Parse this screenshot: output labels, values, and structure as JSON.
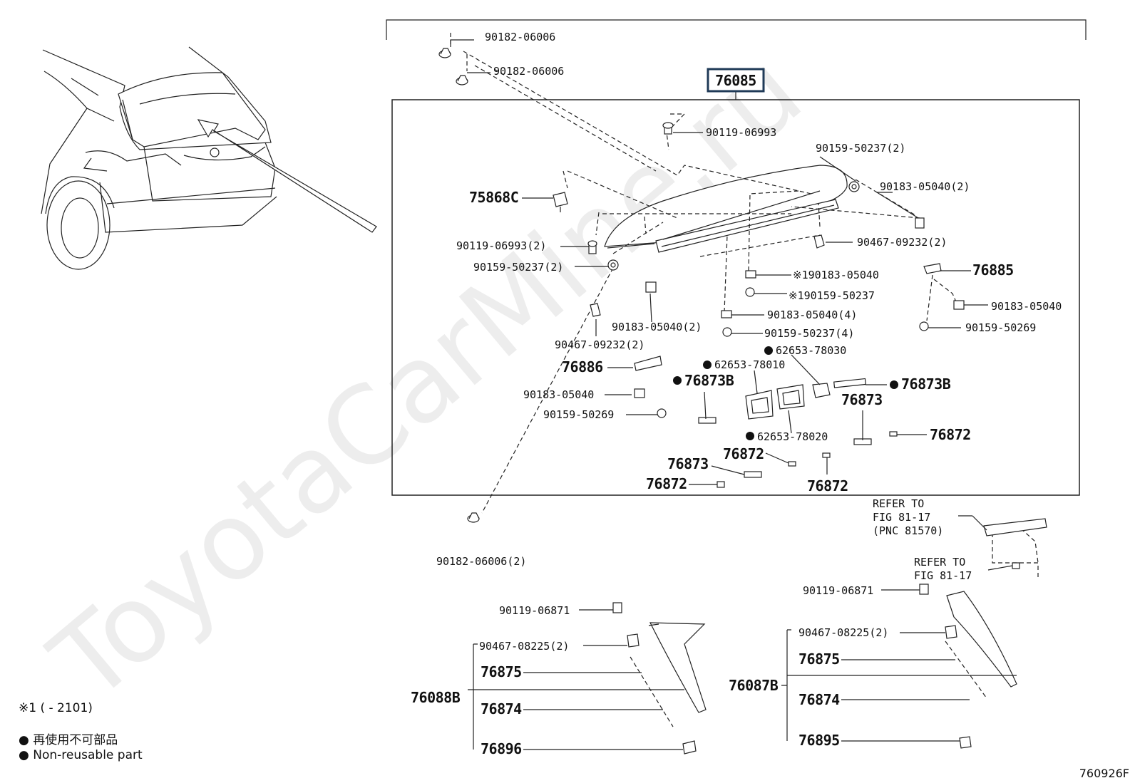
{
  "diagram": {
    "main_assembly": "76085",
    "labels": {
      "l_90182_a": "90182-06006",
      "l_90182_b": "90182-06006",
      "l_90119_top": "90119-06993",
      "l_90159_top": "90159-50237(2)",
      "l_90183_right": "90183-05040(2)",
      "l_75868c": "75868C",
      "l_90119_left": "90119-06993(2)",
      "l_90467_right": "90467-09232(2)",
      "l_90159_left": "90159-50237(2)",
      "l_76885": "76885",
      "l_90183_x1": "※190183-05040",
      "l_90159_x1": "※190159-50237",
      "l_90183_mid": "90183-05040(2)",
      "l_90183_4": "90183-05040(4)",
      "l_90159_4": "90159-50237(4)",
      "l_90183_76885": "90183-05040",
      "l_90159_50269_r": "90159-50269",
      "l_90467_left": "90467-09232(2)",
      "l_62653_78030": "62653-78030",
      "l_62653_78010": "62653-78010",
      "l_76886": "76886",
      "l_76873b_left": "76873B",
      "l_76873b_right": "76873B",
      "l_90183_76886": "90183-05040",
      "l_76873_a": "76873",
      "l_90159_50269_l": "90159-50269",
      "l_62653_78020": "62653-78020",
      "l_76872_r": "76872",
      "l_76872_b": "76872",
      "l_76873_b": "76873",
      "l_76872_c": "76872",
      "l_76872_d": "76872",
      "l_90182_2": "90182-06006(2)",
      "l_90119_06871_l": "90119-06871",
      "l_90467_08225_l": "90467-08225(2)",
      "l_76875_l": "76875",
      "l_76088b": "76088B",
      "l_76874_l": "76874",
      "l_76896": "76896",
      "l_90119_06871_r": "90119-06871",
      "l_90467_08225_r": "90467-08225(2)",
      "l_76875_r": "76875",
      "l_76087b": "76087B",
      "l_76874_r": "76874",
      "l_76895": "76895"
    },
    "refer_1": [
      "REFER TO",
      "FIG 81-17",
      "(PNC 81570)"
    ],
    "refer_2": [
      "REFER TO",
      "FIG 81-17"
    ]
  },
  "watermark": "ToyotaCarMine.ru",
  "legend": {
    "footnote": "※1 (     - 2101)",
    "non_reusable_jp": "再使用不可部品",
    "non_reusable_en": "Non-reusable part"
  },
  "figure_id": "760926F"
}
